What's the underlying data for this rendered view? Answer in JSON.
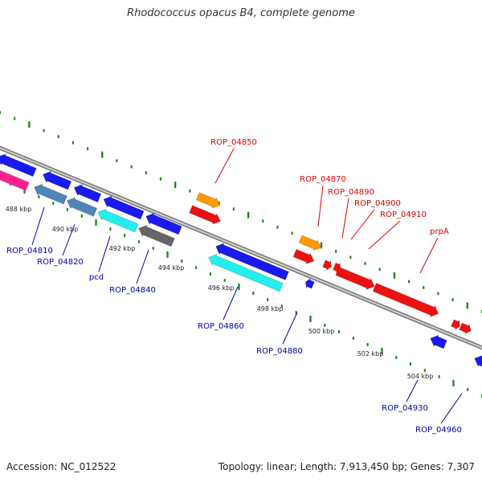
{
  "title": "Rhodococcus opacus B4, complete genome",
  "footer": {
    "accession": "Accession: NC_012522",
    "stats": "Topology: linear; Length: 7,913,450 bp; Genes: 7,307"
  },
  "colors": {
    "forward_label": "#dd0000",
    "reverse_label": "#0000aa",
    "gene_blue": "#1a1aee",
    "gene_red": "#ee1111",
    "gene_orange": "#ff9900",
    "gene_cyan": "#22eeee",
    "gene_steel": "#4f86b8",
    "gene_gray": "#666666",
    "gene_pink": "#ff2090",
    "backbone": "#888888",
    "ruler_dots": "#228822"
  },
  "ruler": {
    "tick_labels": [
      "488 kbp",
      "490 kbp",
      "492 kbp",
      "494 kbp",
      "496 kbp",
      "498 kbp",
      "500 kbp",
      "502 kbp",
      "504 kbp"
    ]
  },
  "genes": [
    {
      "id": "pink_gene",
      "color": "pink",
      "strand": "reverse",
      "label": ""
    },
    {
      "id": "blue_top_1",
      "color": "blue",
      "strand": "reverse",
      "label": ""
    },
    {
      "id": "blue_top_2",
      "color": "blue",
      "strand": "reverse",
      "label": ""
    },
    {
      "id": "blue_top_3",
      "color": "blue",
      "strand": "reverse",
      "label": ""
    },
    {
      "id": "blue_top_4",
      "color": "blue",
      "strand": "reverse",
      "label": ""
    },
    {
      "id": "blue_top_5",
      "color": "blue",
      "strand": "reverse",
      "label": ""
    },
    {
      "id": "ROP_04810",
      "color": "steel",
      "strand": "reverse",
      "label": "ROP_04810"
    },
    {
      "id": "ROP_04820",
      "color": "steel",
      "strand": "reverse",
      "label": "ROP_04820"
    },
    {
      "id": "pcd",
      "color": "cyan",
      "strand": "reverse",
      "label": "pcd"
    },
    {
      "id": "ROP_04840",
      "color": "gray",
      "strand": "reverse",
      "label": "ROP_04840"
    },
    {
      "id": "ROP_04850",
      "color": "orange",
      "strand": "forward",
      "label": "ROP_04850"
    },
    {
      "id": "red_small_1",
      "color": "red",
      "strand": "forward",
      "label": ""
    },
    {
      "id": "blue_mid",
      "color": "blue",
      "strand": "reverse",
      "label": ""
    },
    {
      "id": "ROP_04860",
      "color": "cyan",
      "strand": "reverse",
      "label": "ROP_04860"
    },
    {
      "id": "ROP_04880",
      "color": "blue",
      "strand": "reverse",
      "label": "ROP_04880"
    },
    {
      "id": "ROP_04870",
      "color": "orange",
      "strand": "forward",
      "label": "ROP_04870"
    },
    {
      "id": "red_small_2",
      "color": "red",
      "strand": "forward",
      "label": ""
    },
    {
      "id": "ROP_04890",
      "color": "red",
      "strand": "forward",
      "label": "ROP_04890"
    },
    {
      "id": "ROP_04900",
      "color": "red",
      "strand": "forward",
      "label": "ROP_04900"
    },
    {
      "id": "ROP_04910",
      "color": "red",
      "strand": "forward",
      "label": "ROP_04910"
    },
    {
      "id": "prpA",
      "color": "red",
      "strand": "forward",
      "label": "prpA"
    },
    {
      "id": "red_small_3",
      "color": "red",
      "strand": "forward",
      "label": ""
    },
    {
      "id": "red_small_4",
      "color": "red",
      "strand": "forward",
      "label": ""
    },
    {
      "id": "ROP_04930",
      "color": "blue",
      "strand": "reverse",
      "label": "ROP_04930"
    },
    {
      "id": "ROP_04960",
      "color": "blue",
      "strand": "reverse",
      "label": "ROP_04960"
    }
  ]
}
